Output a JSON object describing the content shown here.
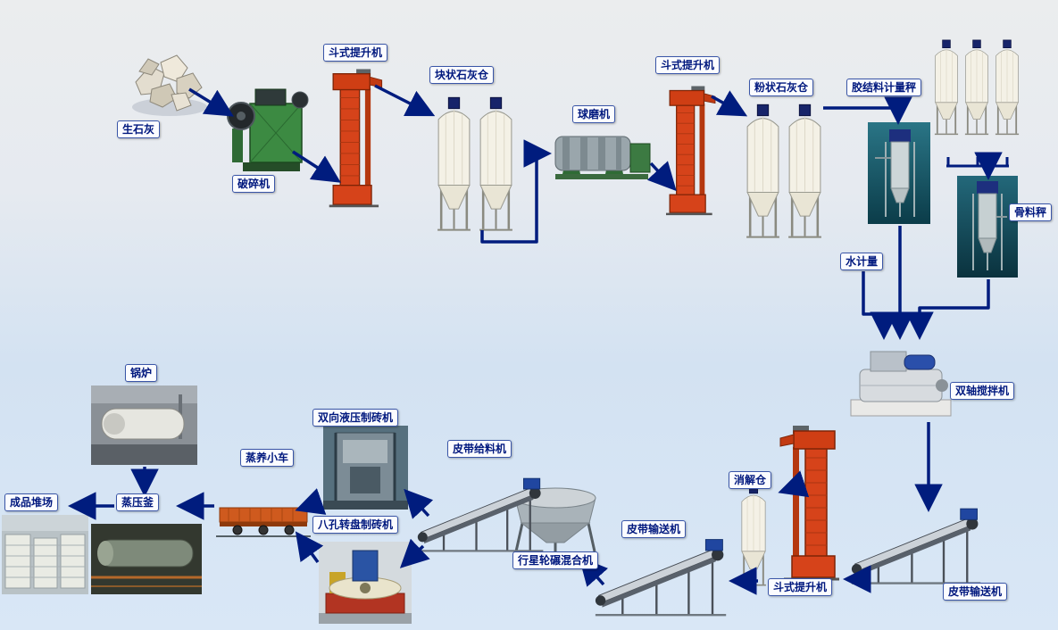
{
  "diagram": {
    "labels": {
      "quicklime": "生石灰",
      "crusher": "破碎机",
      "bucket_elevator_1": "斗式提升机",
      "lump_lime_silo": "块状石灰仓",
      "ball_mill": "球磨机",
      "bucket_elevator_2": "斗式提升机",
      "powder_lime_silo": "粉状石灰仓",
      "binder_metering_scale": "胶结料计量秤",
      "aggregate_scale": "骨料秤",
      "water_metering": "水计量",
      "twin_shaft_mixer": "双轴搅拌机",
      "belt_conveyor_right": "皮带输送机",
      "bucket_elevator_3": "斗式提升机",
      "digestion_bin": "消解仓",
      "belt_conveyor_left": "皮带输送机",
      "planetary_mixer": "行星轮碾混合机",
      "belt_feeder": "皮带给料机",
      "hydraulic_brick_machine": "双向液压制砖机",
      "rotary_brick_machine": "八孔转盘制砖机",
      "steam_curing_cart": "蒸养小车",
      "autoclave": "蒸压釜",
      "boiler": "锅炉",
      "finished_product_yard": "成品堆场"
    },
    "colors": {
      "arrow": "#001c7e",
      "label_text": "#00187e",
      "label_border": "#3a56a8",
      "elevator_red": "#d6431a",
      "silo_body": "#f4f1e6",
      "silo_cap": "#17246a",
      "crusher_green": "#3c8a42",
      "background_top": "#ebedee",
      "background_bottom": "#d9e7f6"
    }
  }
}
